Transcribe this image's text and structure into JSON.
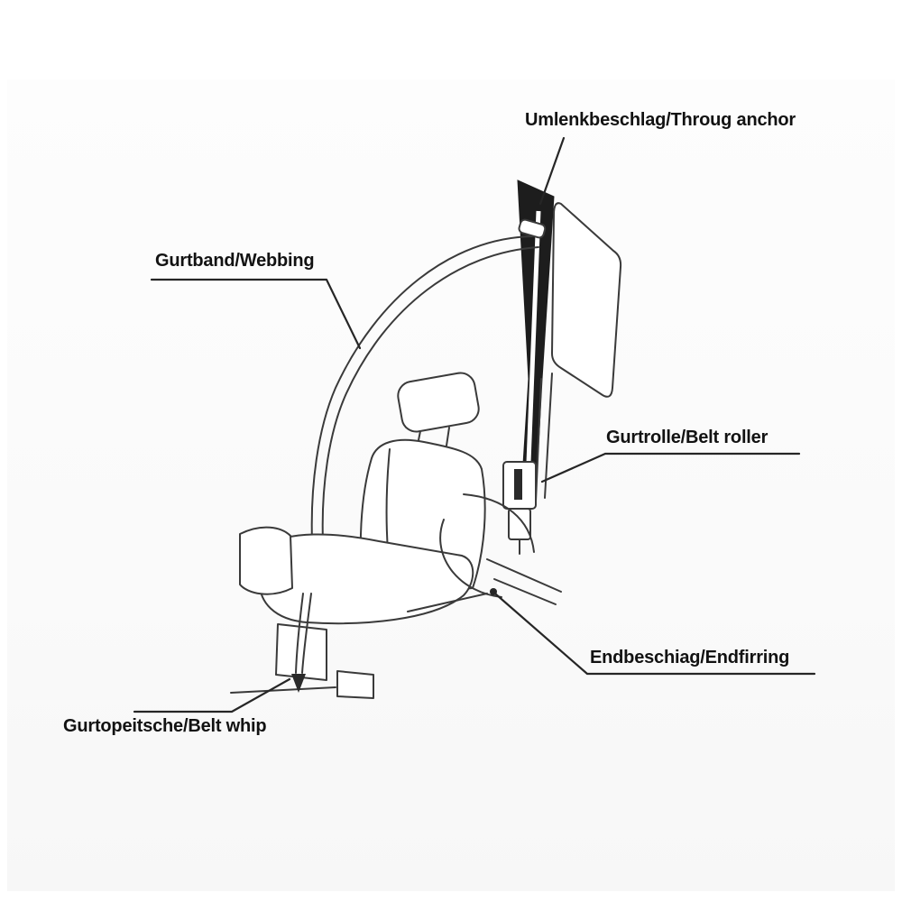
{
  "diagram": {
    "subject": "car-seat-belt-assembly",
    "labels": {
      "throug_anchor": "Umlenkbeschlag/Throug anchor",
      "webbing": "Gurtband/Webbing",
      "belt_roller": "Gurtrolle/Belt roller",
      "end_fitting": "Endbeschiag/Endfirring",
      "belt_whip": "Gurtopeitsche/Belt whip"
    },
    "colors": {
      "background": "#ffffff",
      "line_ink": "#3a3a3a",
      "pillar_fill": "#1d1d1d",
      "label_text": "#121212"
    }
  }
}
